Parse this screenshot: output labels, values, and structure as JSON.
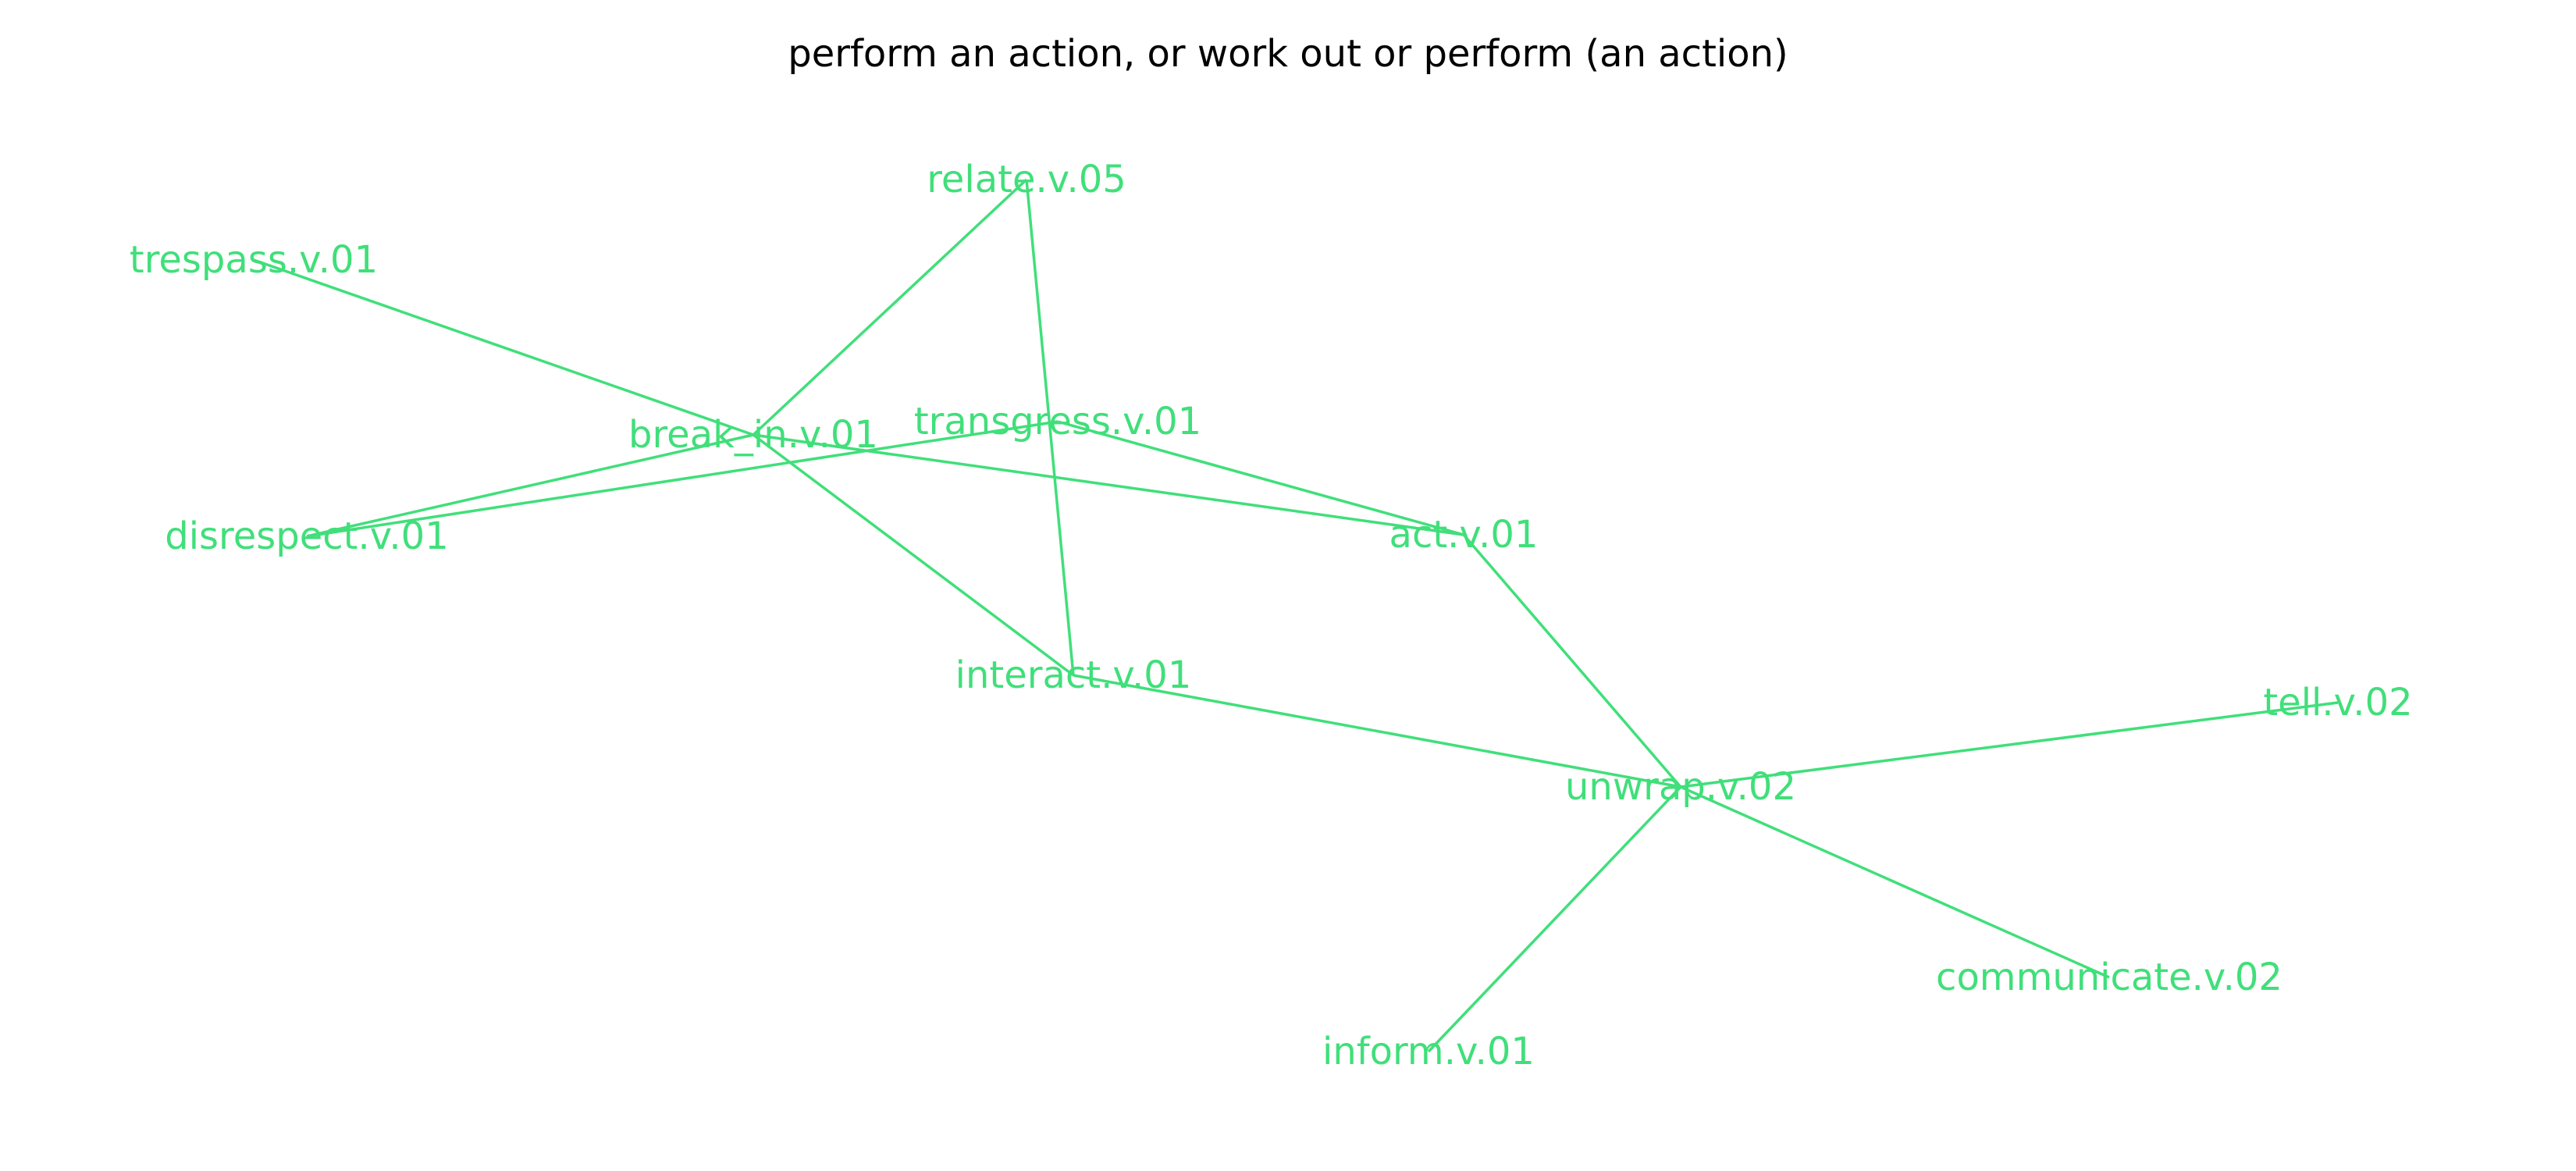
{
  "figure": {
    "title": "perform an action, or work out or perform (an action)"
  },
  "colors": {
    "edge": "#40df7a",
    "label": "#40df7a",
    "background": "#ffffff"
  },
  "graph": {
    "nodes": [
      {
        "id": "relate",
        "label": "relate.v.05"
      },
      {
        "id": "trespass",
        "label": "trespass.v.01"
      },
      {
        "id": "break_in",
        "label": "break_in.v.01"
      },
      {
        "id": "transgress",
        "label": "transgress.v.01"
      },
      {
        "id": "disrespect",
        "label": "disrespect.v.01"
      },
      {
        "id": "act",
        "label": "act.v.01"
      },
      {
        "id": "interact",
        "label": "interact.v.01"
      },
      {
        "id": "unwrap",
        "label": "unwrap.v.02"
      },
      {
        "id": "tell",
        "label": "tell.v.02"
      },
      {
        "id": "communicate",
        "label": "communicate.v.02"
      },
      {
        "id": "inform",
        "label": "inform.v.01"
      }
    ],
    "edges": [
      {
        "source": "relate",
        "target": "break_in"
      },
      {
        "source": "relate",
        "target": "interact"
      },
      {
        "source": "trespass",
        "target": "break_in"
      },
      {
        "source": "break_in",
        "target": "act"
      },
      {
        "source": "break_in",
        "target": "interact"
      },
      {
        "source": "break_in",
        "target": "disrespect"
      },
      {
        "source": "disrespect",
        "target": "transgress"
      },
      {
        "source": "transgress",
        "target": "act"
      },
      {
        "source": "act",
        "target": "unwrap"
      },
      {
        "source": "interact",
        "target": "unwrap"
      },
      {
        "source": "unwrap",
        "target": "tell"
      },
      {
        "source": "unwrap",
        "target": "communicate"
      },
      {
        "source": "unwrap",
        "target": "inform"
      }
    ]
  }
}
